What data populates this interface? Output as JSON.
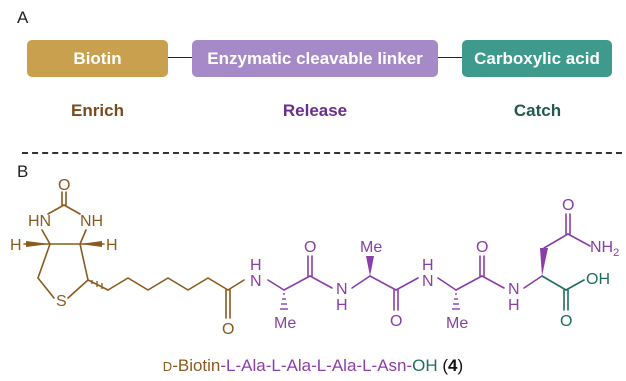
{
  "panel_a": {
    "letter": "A",
    "boxes": [
      {
        "label": "Biotin",
        "color": "#c9a04d"
      },
      {
        "label": "Enzymatic cleavable linker",
        "color": "#a68ac7"
      },
      {
        "label": "Carboxylic acid",
        "color": "#3d9a8c"
      }
    ],
    "roles": [
      {
        "label": "Enrich",
        "color": "#7b4a1c"
      },
      {
        "label": "Release",
        "color": "#6b2d8f"
      },
      {
        "label": "Catch",
        "color": "#1f5a4e"
      }
    ]
  },
  "panel_b": {
    "letter": "B",
    "atoms": {
      "biotin_o": "O",
      "hn_left": "HN",
      "nh_right": "NH",
      "h_left": "H",
      "h_right": "H",
      "s": "S",
      "amide_o_biotin": "O",
      "nh_1": "H",
      "n_1": "N",
      "o_ala1": "O",
      "me_1": "Me",
      "n_2": "N",
      "h_2": "H",
      "me_2": "Me",
      "o_ala2": "O",
      "n_3": "N",
      "h_3": "H",
      "o_ala3": "O",
      "me_3": "Me",
      "n_4": "N",
      "h_4": "H",
      "o_asn_side": "O",
      "nh2": "NH",
      "nh2_sub": "2",
      "oh": "OH",
      "o_acid": "O"
    },
    "colors": {
      "biotin": "#8b5a1f",
      "linker": "#8a3ea8",
      "acid": "#1f6e5c"
    },
    "caption": {
      "d_prefix": "D",
      "biotin": "-Biotin",
      "linker": "-L-Ala-L-Ala-L-Ala-L-Asn-",
      "oh": "OH",
      "compound_open": " (",
      "compound_num": "4",
      "compound_close": ")"
    }
  }
}
